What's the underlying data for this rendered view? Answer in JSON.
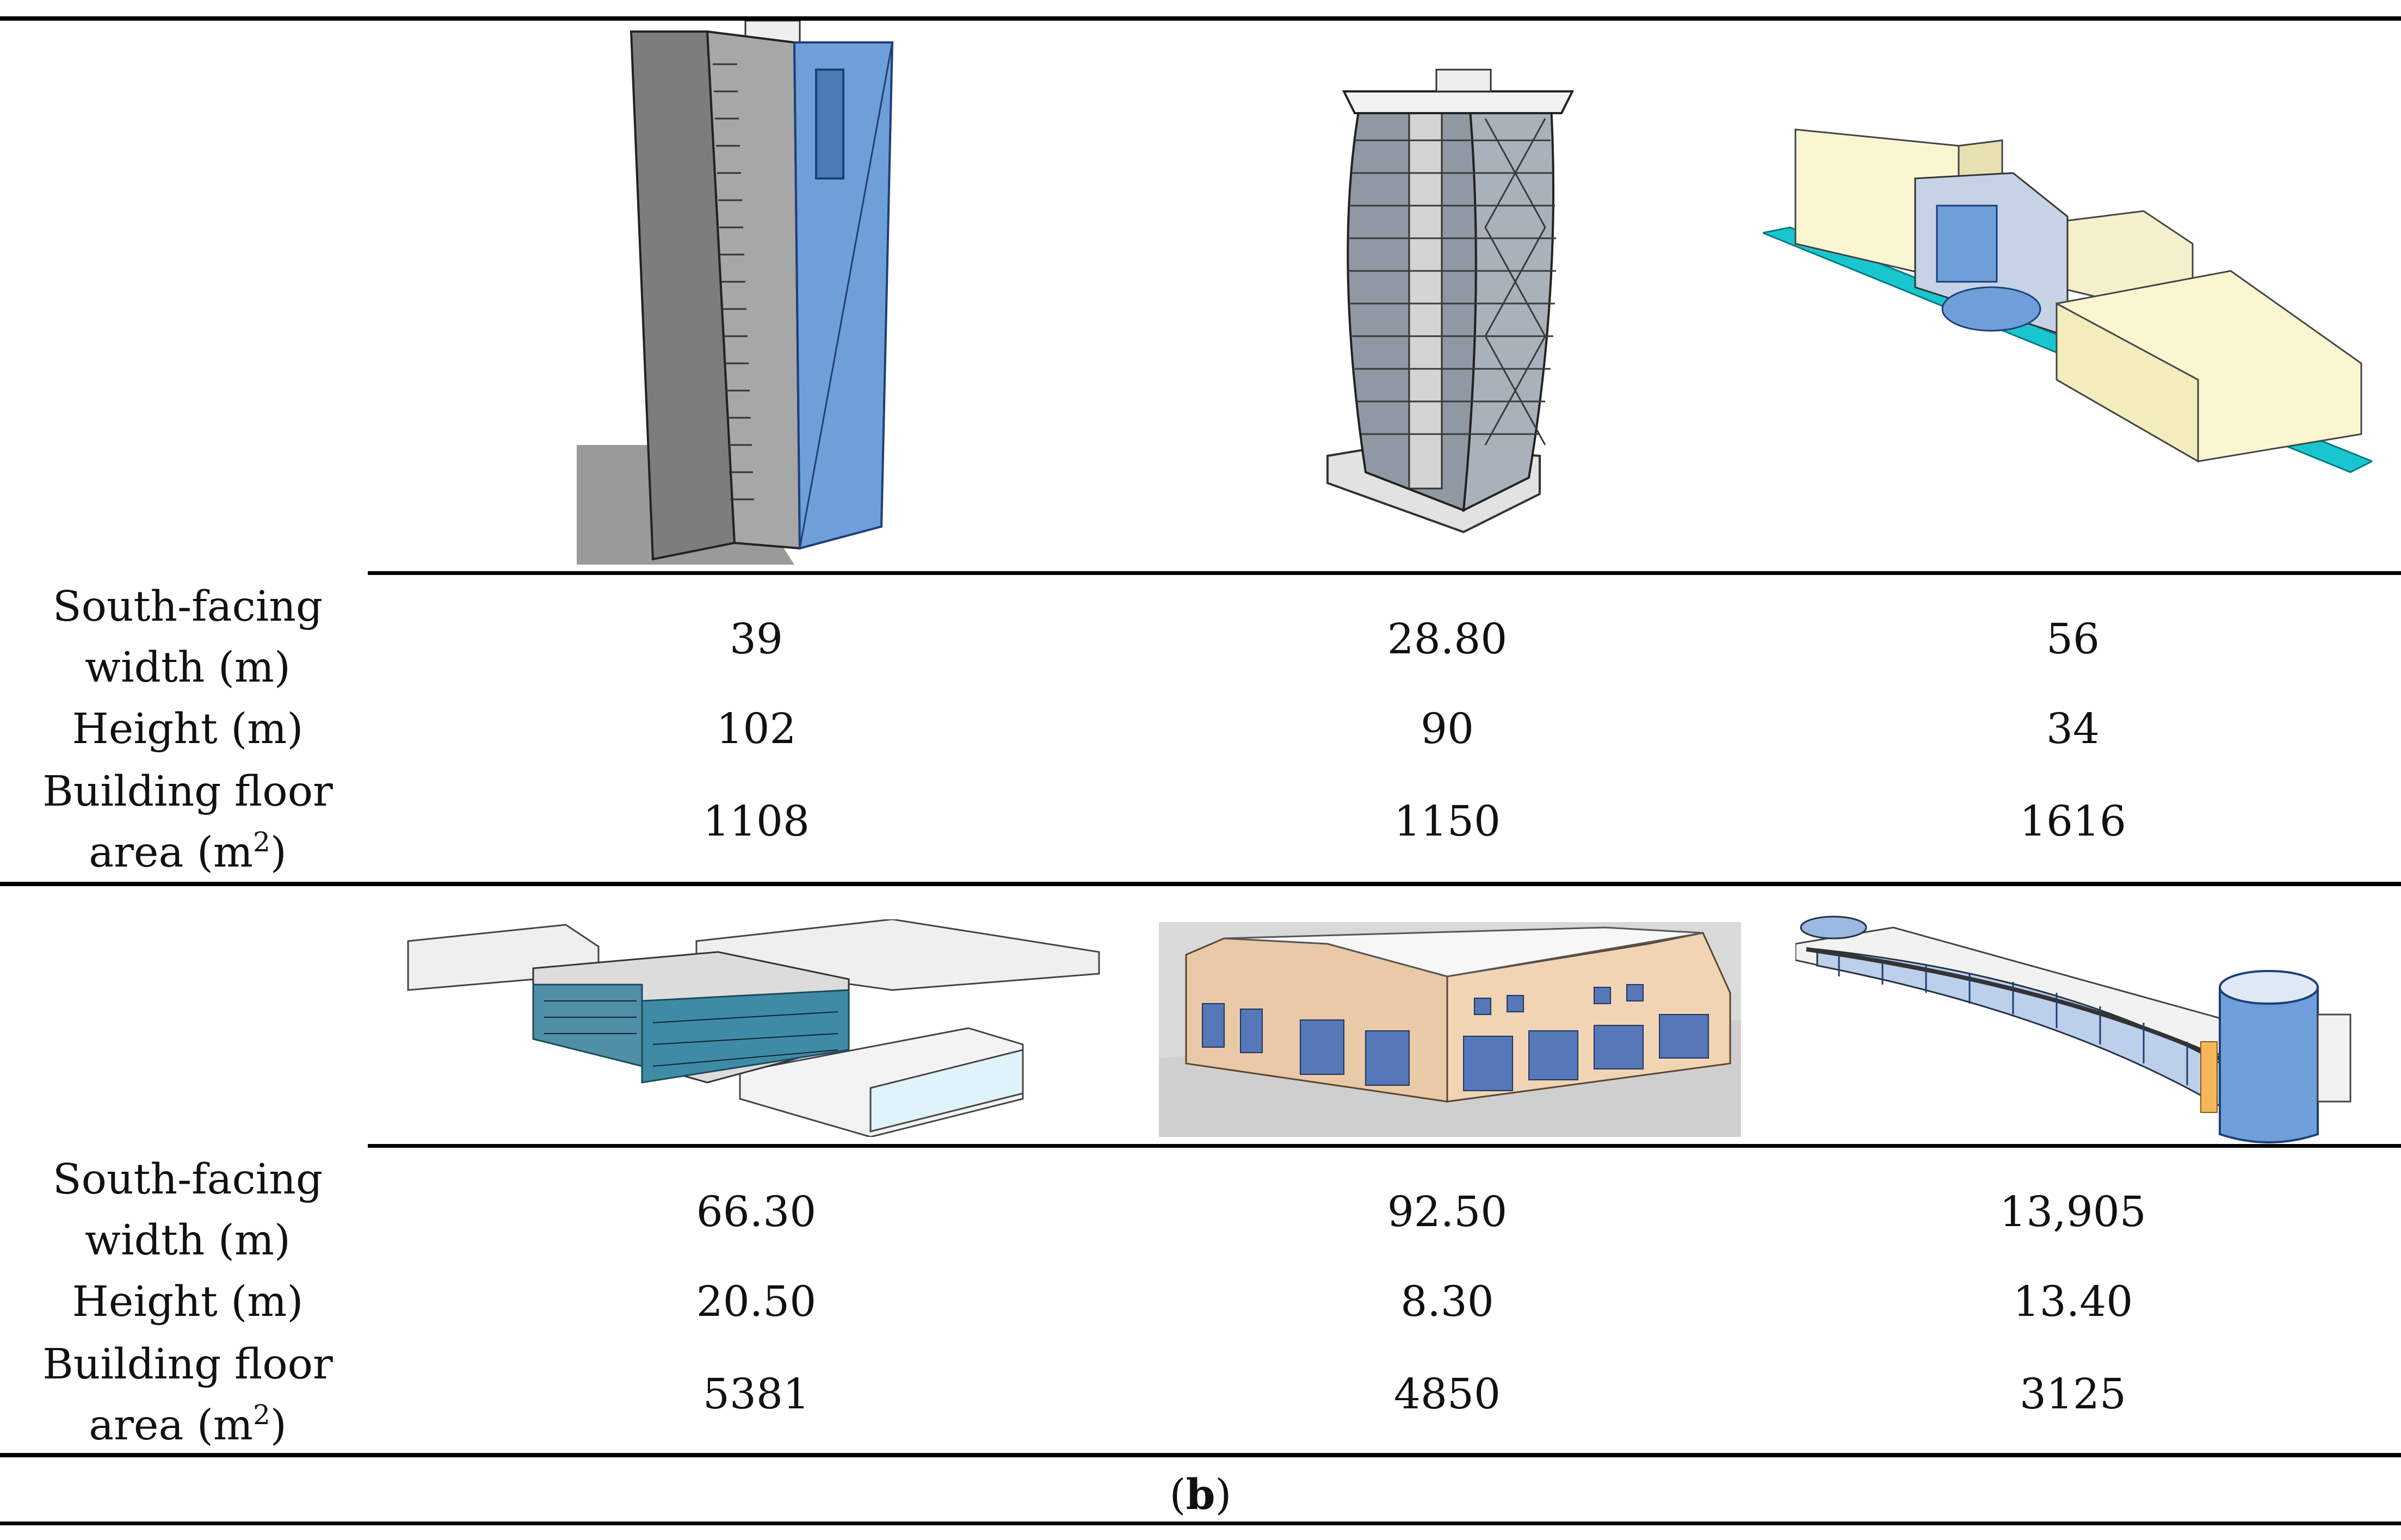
{
  "panel_label": "b",
  "row_labels": {
    "width": [
      "South-facing",
      "width (m)"
    ],
    "height": "Height (m)",
    "area_line1": "Building floor",
    "area_line2_prefix": "area (m",
    "area_sup": "2",
    "area_suffix": ")"
  },
  "groups": [
    {
      "buildings": [
        {
          "icon": "tall-rectangular-tower-model",
          "width": "39",
          "height": "102",
          "area": "1108"
        },
        {
          "icon": "curved-glass-tower-model",
          "width": "28.80",
          "height": "90",
          "area": "1150"
        },
        {
          "icon": "mixed-block-complex-model",
          "width": "56",
          "height": "34",
          "area": "1616"
        }
      ]
    },
    {
      "buildings": [
        {
          "icon": "low-rise-glass-complex-model",
          "width": "66.30",
          "height": "20.50",
          "area": "5381"
        },
        {
          "icon": "beige-commercial-building-model",
          "width": "92.50",
          "height": "8.30",
          "area": "4850"
        },
        {
          "icon": "curved-mall-facade-model",
          "width": "13,905",
          "height": "13.40",
          "area": "3125"
        }
      ]
    }
  ],
  "colors": {
    "glass": "#6f9fd8",
    "concrete": "#8a8a8a",
    "beige": "#e9c9a6",
    "cream": "#fbf6d2",
    "cyan": "#19c6cf"
  }
}
